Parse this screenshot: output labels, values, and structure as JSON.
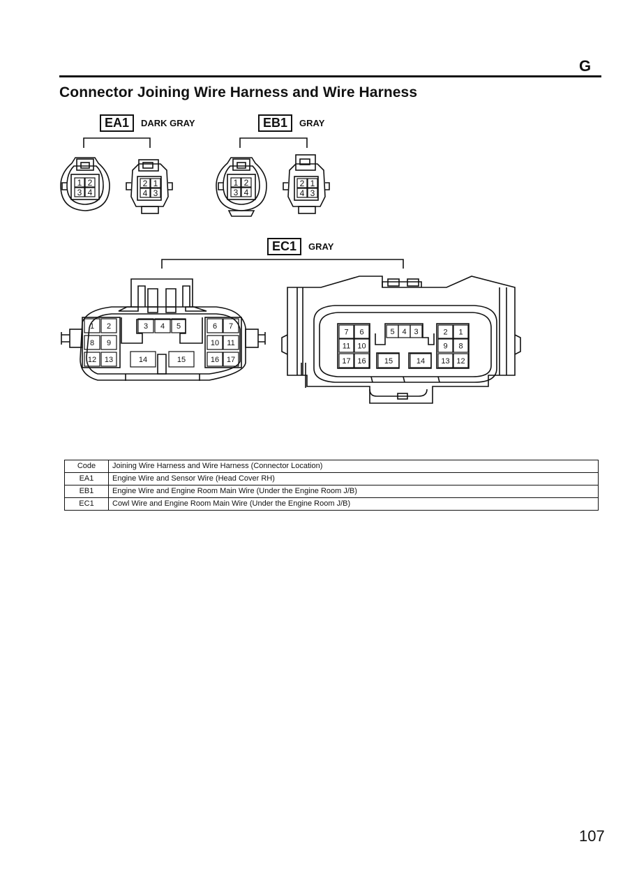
{
  "header": {
    "section_letter": "G",
    "title": "Connector Joining Wire Harness and Wire Harness"
  },
  "connectors": [
    {
      "code": "EA1",
      "color": "DARK GRAY",
      "pins_female": [
        "1",
        "2",
        "3",
        "4"
      ],
      "pins_male": [
        "2",
        "1",
        "4",
        "3"
      ]
    },
    {
      "code": "EB1",
      "color": "GRAY",
      "pins_female": [
        "1",
        "2",
        "3",
        "4"
      ],
      "pins_male": [
        "2",
        "1",
        "4",
        "3"
      ]
    },
    {
      "code": "EC1",
      "color": "GRAY",
      "pins_left": [
        "1",
        "2",
        "3",
        "4",
        "5",
        "6",
        "7",
        "8",
        "9",
        "10",
        "11",
        "12",
        "13",
        "14",
        "15",
        "16",
        "17"
      ],
      "pins_right": [
        "7",
        "6",
        "5",
        "4",
        "3",
        "2",
        "1",
        "11",
        "10",
        "9",
        "8",
        "17",
        "16",
        "15",
        "14",
        "13",
        "12"
      ]
    }
  ],
  "table": {
    "headers": [
      "Code",
      "Joining Wire Harness and Wire Harness (Connector Location)"
    ],
    "rows": [
      [
        "EA1",
        "Engine Wire and Sensor Wire (Head Cover RH)"
      ],
      [
        "EB1",
        "Engine Wire and Engine Room Main Wire (Under the Engine Room J/B)"
      ],
      [
        "EC1",
        "Cowl Wire and Engine Room Main Wire (Under the Engine Room J/B)"
      ]
    ]
  },
  "footer": {
    "page_number": "107"
  }
}
